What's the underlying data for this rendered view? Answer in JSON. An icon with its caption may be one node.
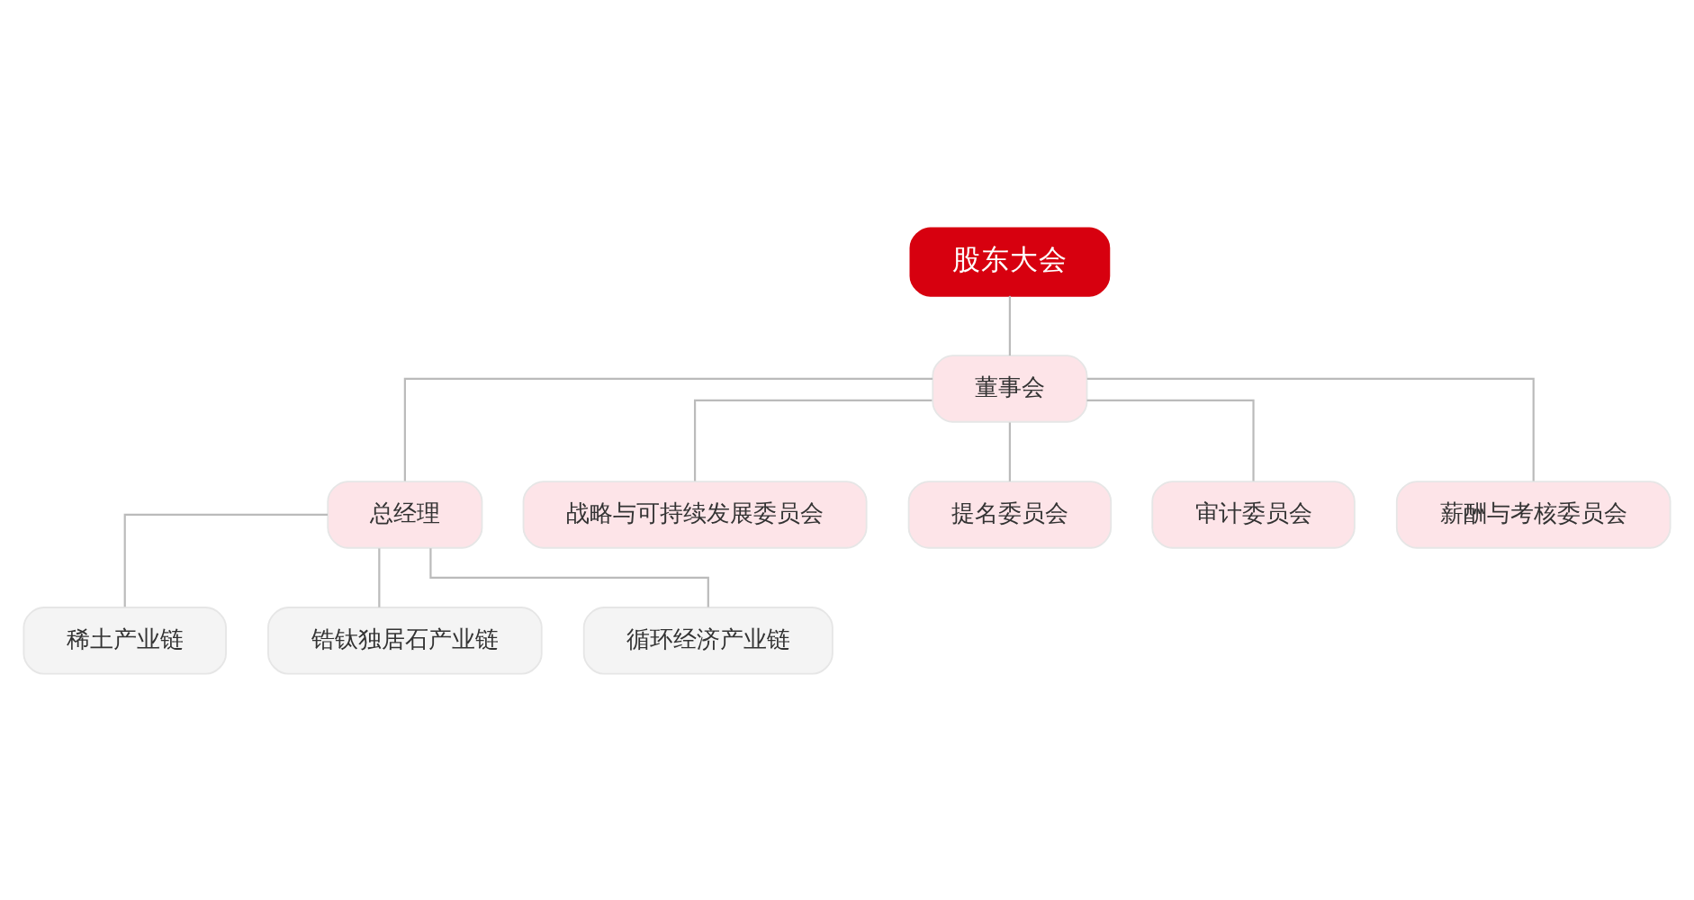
{
  "diagram": {
    "nodes": [
      {
        "text": [
          "股东大会"
        ]
      },
      {
        "text": [
          "董事会"
        ]
      },
      {
        "text": [
          "总经理"
        ]
      },
      {
        "text": [
          "战略与可持续发展委员会"
        ]
      },
      {
        "text": [
          "提名委员会"
        ]
      },
      {
        "text": [
          "审计委员会"
        ]
      },
      {
        "text": [
          "薪酬与考核委员会"
        ]
      },
      {
        "text": [
          "稀土产业链"
        ]
      },
      {
        "text": [
          "锆钛独居石产业链"
        ]
      },
      {
        "text": [
          "循环经济产业链"
        ]
      }
    ],
    "edges": [
      {
        "from": 0,
        "to": 1,
        "arrow": "none"
      },
      {
        "from": 1,
        "to": 2,
        "arrow": "none"
      },
      {
        "from": 1,
        "to": 3,
        "arrow": "none"
      },
      {
        "from": 1,
        "to": 4,
        "arrow": "none"
      },
      {
        "from": 1,
        "to": 5,
        "arrow": "none"
      },
      {
        "from": 1,
        "to": 6,
        "arrow": "none"
      },
      {
        "from": 2,
        "to": 7,
        "arrow": "none"
      },
      {
        "from": 2,
        "to": 8,
        "arrow": "none"
      },
      {
        "from": 2,
        "to": 9,
        "arrow": "none"
      }
    ]
  }
}
